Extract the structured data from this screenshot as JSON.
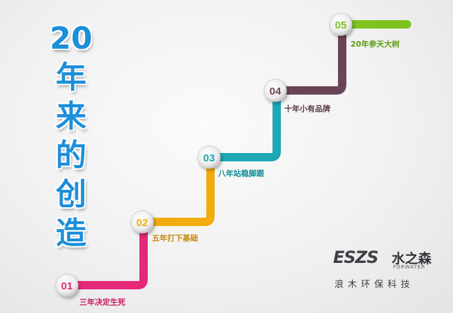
{
  "title_chars": [
    "20",
    "年",
    "来",
    "的",
    "创",
    "造"
  ],
  "steps": [
    {
      "number": "01",
      "label": "三年决定生死",
      "color": "#e5287a"
    },
    {
      "number": "02",
      "label": "五年打下基础",
      "color": "#f3ac0e"
    },
    {
      "number": "03",
      "label": "八年站稳脚跟",
      "color": "#1da8b3"
    },
    {
      "number": "04",
      "label": "十年小有品牌",
      "color": "#6b4459"
    },
    {
      "number": "05",
      "label": "20年参天大树",
      "color": "#7ec21f"
    }
  ],
  "logo": {
    "mark": "ESZS",
    "name_cn": "水之森",
    "name_en": "FORWATER",
    "subtitle": "浪木环保科技"
  }
}
